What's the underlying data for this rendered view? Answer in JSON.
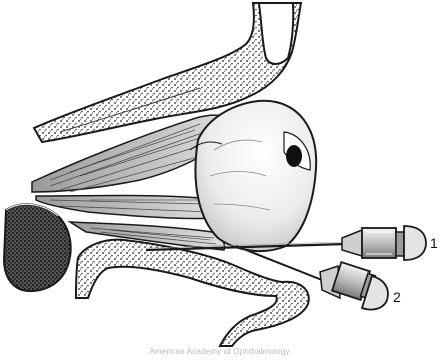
{
  "labels": {
    "needle_1": "1",
    "needle_2": "2"
  },
  "credit": "American Academy of Ophthalmology",
  "colors": {
    "ink": "#1a1a1a",
    "bone_stipple": "#2a2a2a",
    "muscle_shade": "#6e6e6e",
    "globe_fill": "#f2f2f2",
    "credit_text": "#b9b9b9"
  }
}
